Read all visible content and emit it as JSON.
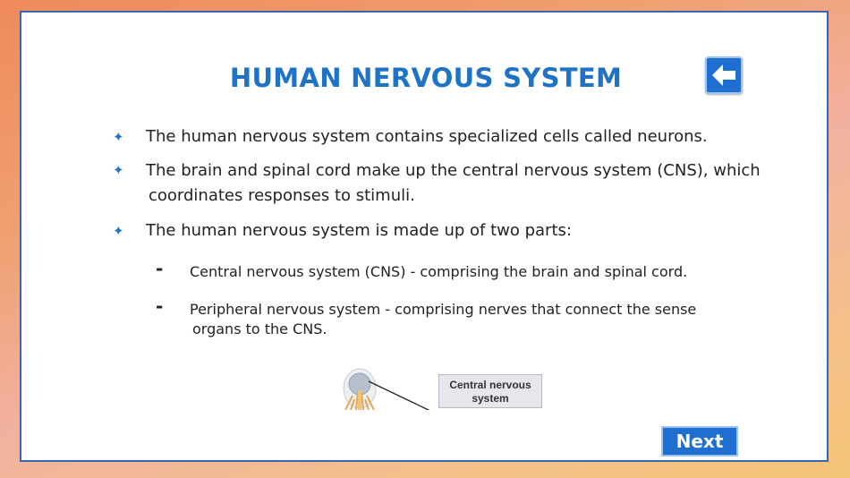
{
  "slide": {
    "title": "HUMAN NERVOUS SYSTEM",
    "bullets": [
      {
        "text": "The human nervous system contains specialized cells called neurons."
      },
      {
        "line1": "The brain and spinal cord make up the central nervous system (CNS), which",
        "line2": "coordinates responses to stimuli."
      },
      {
        "text": "The human nervous system is made up of two parts:"
      }
    ],
    "sub_bullets": [
      {
        "text": "Central nervous system (CNS) - comprising the brain and spinal cord."
      },
      {
        "line1": "Peripheral nervous system - comprising nerves that connect the sense",
        "line2": "organs to the CNS."
      }
    ],
    "bullet_icon": "four-point-star-icon",
    "dash": "-",
    "diagram": {
      "label_line1": "Central nervous",
      "label_line2": "system"
    }
  },
  "nav": {
    "back_icon": "arrow-left-icon",
    "next_label": "Next"
  },
  "colors": {
    "accent": "#1f73c6",
    "button": "#1f6fd0",
    "frame_border": "#3a64b5"
  }
}
